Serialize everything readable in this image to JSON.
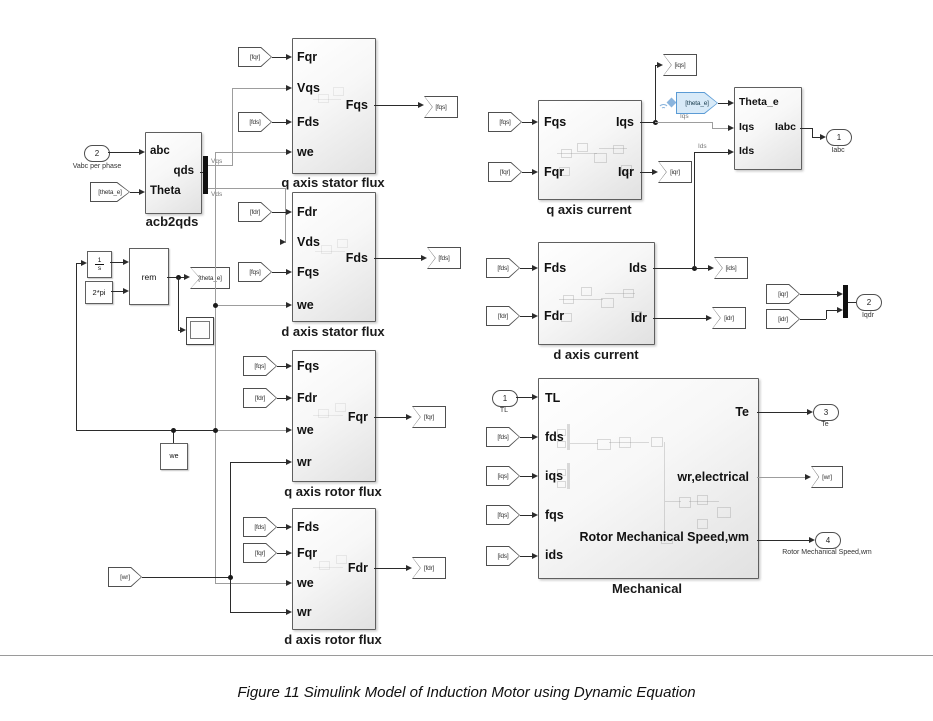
{
  "caption": "Figure 11  Simulink Model of Induction Motor using Dynamic Equation",
  "blocks": {
    "acb2qds": {
      "title": "acb2qds",
      "in1": "abc",
      "in2": "Theta",
      "out1": "qds"
    },
    "q_stator_flux": {
      "title": "q axis stator flux",
      "in1": "Fqr",
      "in2": "Vqs",
      "in3": "Fds",
      "in4": "we",
      "out1": "Fqs"
    },
    "d_stator_flux": {
      "title": "d axis stator flux",
      "in1": "Fdr",
      "in2": "Vds",
      "in3": "Fqs",
      "in4": "we",
      "out1": "Fds"
    },
    "q_rotor_flux": {
      "title": "q axis rotor flux",
      "in1": "Fqs",
      "in2": "Fdr",
      "in3": "we",
      "in4": "wr",
      "out1": "Fqr"
    },
    "d_rotor_flux": {
      "title": "d axis rotor flux",
      "in1": "Fds",
      "in2": "Fqr",
      "in3": "we",
      "in4": "wr",
      "out1": "Fdr"
    },
    "q_current": {
      "title": "q axis current",
      "in1": "Fqs",
      "in2": "Fqr",
      "out1": "Iqs",
      "out2": "Iqr"
    },
    "d_current": {
      "title": "d axis current",
      "in1": "Fds",
      "in2": "Fdr",
      "out1": "Ids",
      "out2": "Idr"
    },
    "iabc": {
      "in1": "Theta_e",
      "in2": "Iqs",
      "in3": "Ids",
      "out1": "Iabc"
    },
    "mechanical": {
      "title": "Mechanical",
      "in1": "TL",
      "in2": "fds",
      "in3": "iqs",
      "in4": "fqs",
      "in5": "ids",
      "out1": "Te",
      "out2": "wr,electrical",
      "out3": "Rotor Mechanical Speed,wm"
    }
  },
  "small_blocks": {
    "integrator_num": "1",
    "integrator_den": "s",
    "constant": "2*pi",
    "rem": "rem",
    "we": "we"
  },
  "tags": {
    "fqr": "[fqr]",
    "fds": "[fds]",
    "fqs": "[fqs]",
    "fdr": "[fdr]",
    "theta_e": "[theta_e]",
    "iqs": "[iqs]",
    "iqr": "[iqr]",
    "ids": "[ids]",
    "idr": "[idr]",
    "wr": "[wr]"
  },
  "ports": {
    "in_vabc": {
      "num": "2",
      "label": "Vabc per phase"
    },
    "in_tl": {
      "num": "1",
      "label": "TL"
    },
    "out_iabc": {
      "num": "1",
      "label": "Iabc"
    },
    "out_iqdr": {
      "num": "2",
      "label": "Iqdr"
    },
    "out_te": {
      "num": "3",
      "label": "Te"
    },
    "out_wm": {
      "num": "4",
      "label": "Rotor Mechanical Speed,wm"
    }
  },
  "wire_labels": {
    "vqs": "Vqs",
    "vds": "Vds",
    "iqs": "Iqs",
    "ids": "Ids"
  },
  "colors": {
    "wire": "#2b2b2b",
    "block_border": "#5f5f5f",
    "selection": "#5b9bd5",
    "selection_fill": "#d8eaf8"
  }
}
